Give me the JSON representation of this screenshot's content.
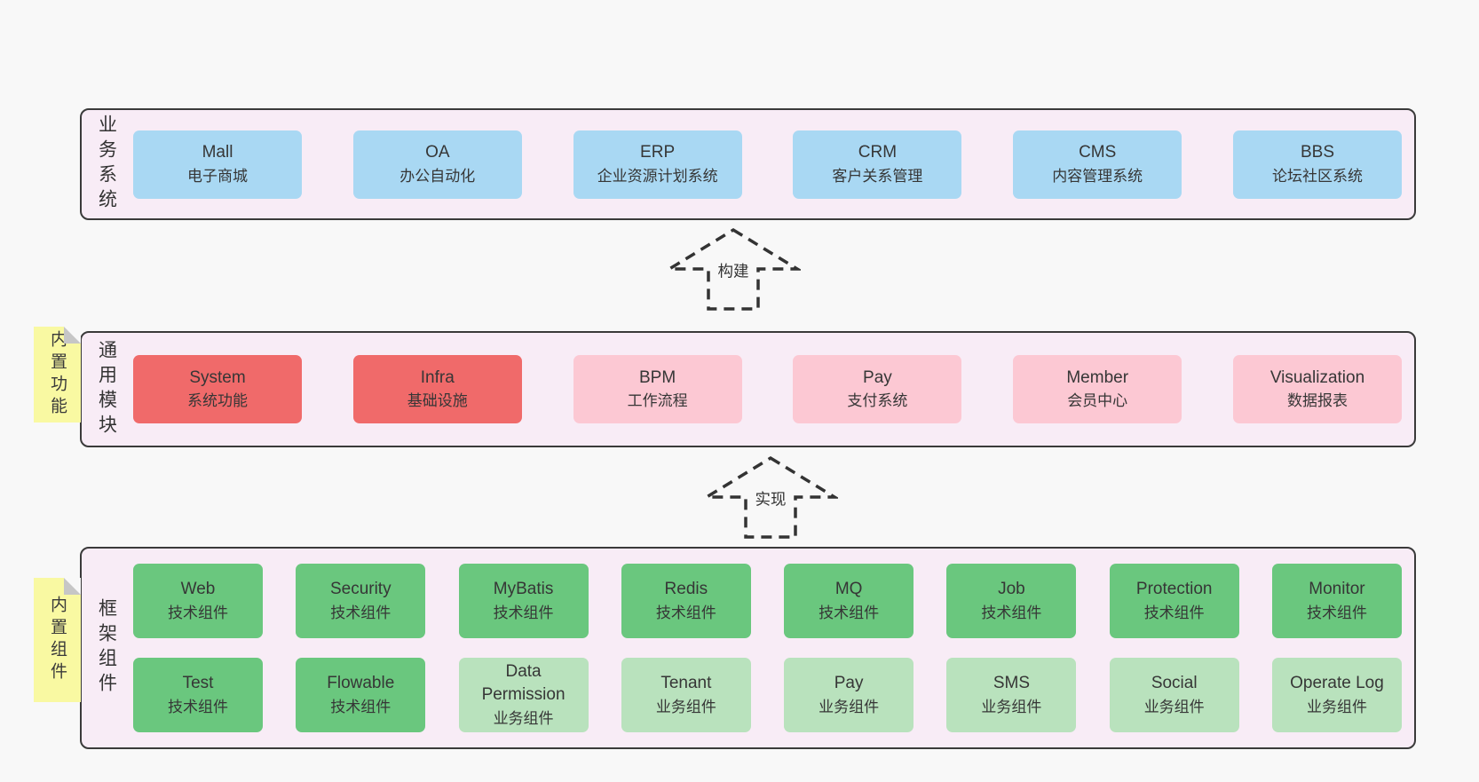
{
  "diagram": {
    "bands": [
      {
        "label": "业务系统",
        "cards": [
          {
            "name": "Mall",
            "desc": "电子商城",
            "color": "blue"
          },
          {
            "name": "OA",
            "desc": "办公自动化",
            "color": "blue"
          },
          {
            "name": "ERP",
            "desc": "企业资源计划系统",
            "color": "blue"
          },
          {
            "name": "CRM",
            "desc": "客户关系管理",
            "color": "blue"
          },
          {
            "name": "CMS",
            "desc": "内容管理系统",
            "color": "blue"
          },
          {
            "name": "BBS",
            "desc": "论坛社区系统",
            "color": "blue"
          }
        ]
      },
      {
        "label": "通用模块",
        "note": "内置功能",
        "cards": [
          {
            "name": "System",
            "desc": "系统功能",
            "color": "red"
          },
          {
            "name": "Infra",
            "desc": "基础设施",
            "color": "red"
          },
          {
            "name": "BPM",
            "desc": "工作流程",
            "color": "pink"
          },
          {
            "name": "Pay",
            "desc": "支付系统",
            "color": "pink"
          },
          {
            "name": "Member",
            "desc": "会员中心",
            "color": "pink"
          },
          {
            "name": "Visualization",
            "desc": "数据报表",
            "color": "pink"
          }
        ]
      },
      {
        "label": "框架组件",
        "note": "内置组件",
        "rows": [
          [
            {
              "name": "Web",
              "desc": "技术组件",
              "color": "green"
            },
            {
              "name": "Security",
              "desc": "技术组件",
              "color": "green"
            },
            {
              "name": "MyBatis",
              "desc": "技术组件",
              "color": "green"
            },
            {
              "name": "Redis",
              "desc": "技术组件",
              "color": "green"
            },
            {
              "name": "MQ",
              "desc": "技术组件",
              "color": "green"
            },
            {
              "name": "Job",
              "desc": "技术组件",
              "color": "green"
            },
            {
              "name": "Protection",
              "desc": "技术组件",
              "color": "green"
            },
            {
              "name": "Monitor",
              "desc": "技术组件",
              "color": "green"
            }
          ],
          [
            {
              "name": "Test",
              "desc": "技术组件",
              "color": "green"
            },
            {
              "name": "Flowable",
              "desc": "技术组件",
              "color": "green"
            },
            {
              "name": "Data Permission",
              "desc": "业务组件",
              "color": "light-green"
            },
            {
              "name": "Tenant",
              "desc": "业务组件",
              "color": "light-green"
            },
            {
              "name": "Pay",
              "desc": "业务组件",
              "color": "light-green"
            },
            {
              "name": "SMS",
              "desc": "业务组件",
              "color": "light-green"
            },
            {
              "name": "Social",
              "desc": "业务组件",
              "color": "light-green"
            },
            {
              "name": "Operate Log",
              "desc": "业务组件",
              "color": "light-green"
            }
          ]
        ]
      }
    ],
    "arrows": [
      {
        "label": "构建"
      },
      {
        "label": "实现"
      }
    ],
    "colors": {
      "page_bg": "#f8f8f8",
      "band_bg": "#f8ecf6",
      "band_border": "#3a3a3a",
      "blue": "#a9d8f3",
      "red": "#f06a6a",
      "pink": "#fcc8d3",
      "green": "#6ac77e",
      "light_green": "#b9e2bd",
      "note_yellow": "#f9f9a2",
      "note_fold_gray": "#c6c6c6",
      "text": "#363636"
    }
  }
}
